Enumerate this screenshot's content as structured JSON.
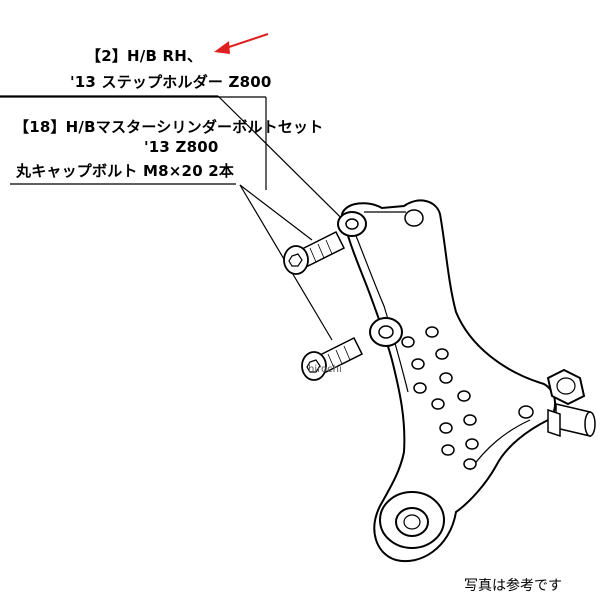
{
  "labels": {
    "part2_line1": "【2】H/B RH、",
    "part2_line2": "'13 ステップホルダー Z800",
    "part18_line1": "【18】H/Bマスターシリンダーボルトセット",
    "part18_line2": "'13 Z800",
    "part18_line3": "丸キャップボルト M8×20 2本"
  },
  "watermark": "hirochi",
  "note": "写真は参考です",
  "colors": {
    "line": "#000000",
    "arrow": "#e02020",
    "background": "#ffffff"
  }
}
